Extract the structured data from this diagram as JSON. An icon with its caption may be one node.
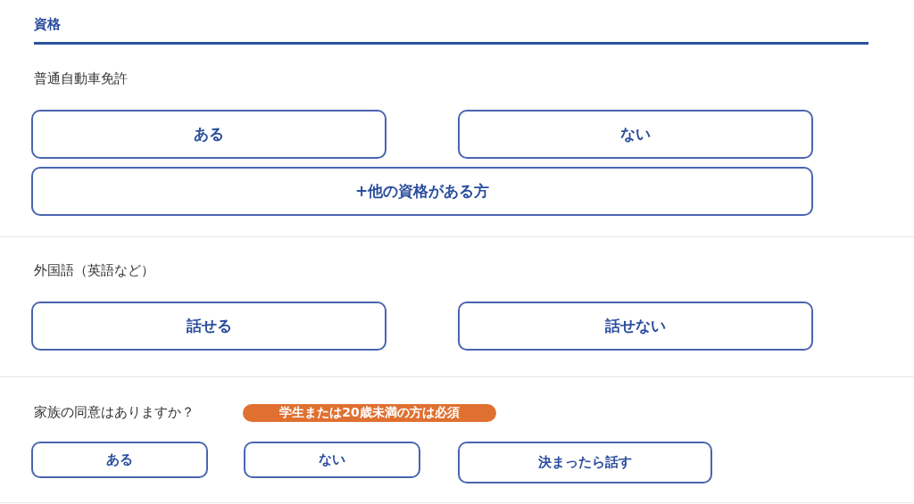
{
  "diagram": {
    "title": "資格",
    "nodes": [
      {
        "text": [
          "ある"
        ]
      },
      {
        "text": [
          "ない"
        ]
      },
      {
        "text": [
          "+他の資格がある方"
        ]
      },
      {
        "text": [
          "話せる"
        ]
      },
      {
        "text": [
          "話せない"
        ]
      },
      {
        "text": [
          "学生または20歳未満の方は必須"
        ]
      },
      {
        "text": [
          "ある"
        ]
      },
      {
        "text": [
          "ない"
        ]
      },
      {
        "text": [
          "決まったら話す"
        ]
      }
    ],
    "labels": [
      "普通自動車免許",
      "外国語（英語など）",
      "家族の同意はありますか？"
    ]
  }
}
